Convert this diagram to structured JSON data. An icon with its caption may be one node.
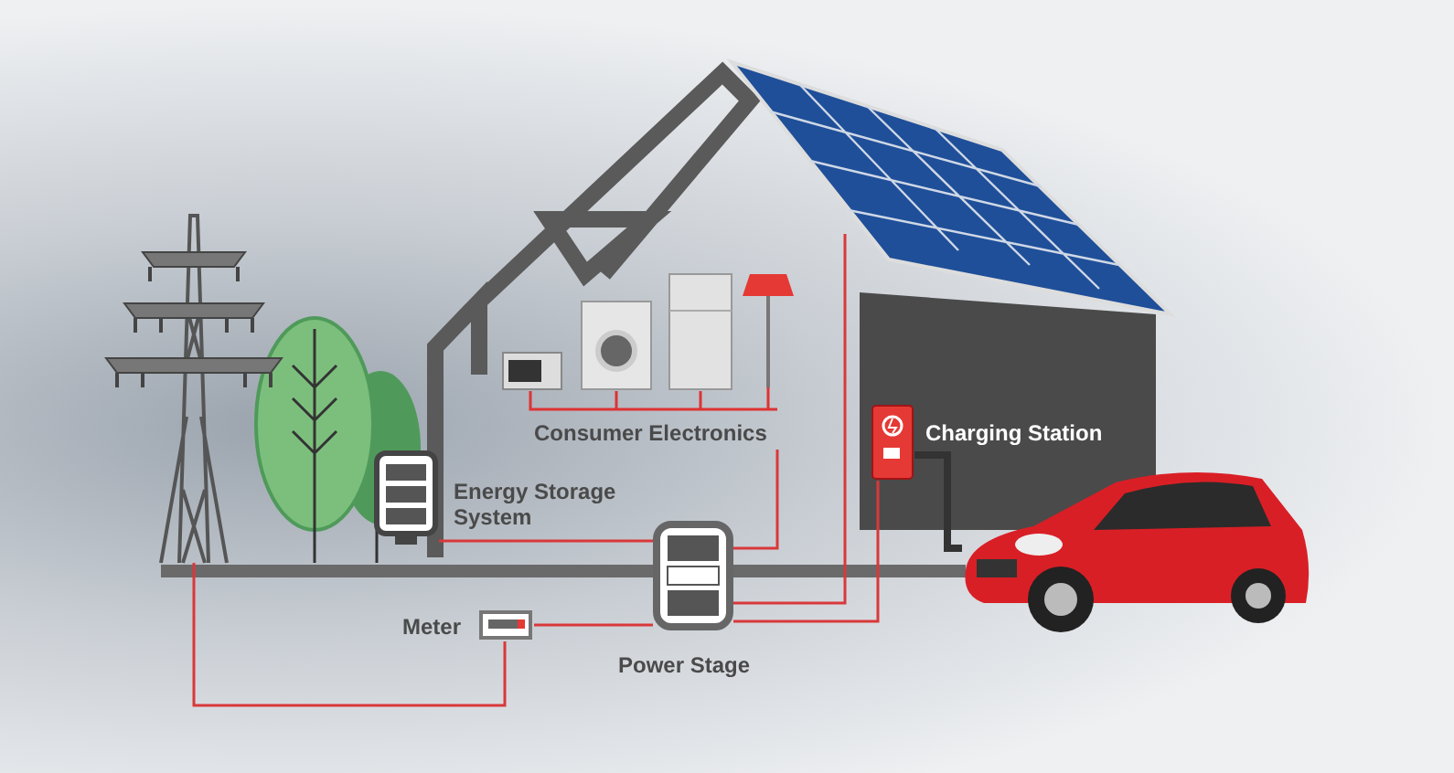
{
  "diagram": {
    "nodes": [
      {
        "text": [],
        "shape": "picture"
      },
      {
        "text": [
          "Energy Storage System"
        ]
      },
      {
        "text": [
          "Consumer Electronics"
        ]
      },
      {
        "text": [
          "Meter"
        ]
      },
      {
        "text": [
          "Power Stage"
        ]
      },
      {
        "text": [
          "Charging Station"
        ]
      },
      {
        "text": [],
        "shape": "picture"
      },
      {
        "text": [],
        "shape": "picture"
      }
    ],
    "edges": [
      {
        "from": 0,
        "to": 3,
        "arrow": "none"
      },
      {
        "from": 3,
        "to": 4,
        "arrow": "none"
      },
      {
        "from": 1,
        "to": 4,
        "arrow": "none"
      },
      {
        "from": 2,
        "to": 4,
        "arrow": "none"
      },
      {
        "from": 6,
        "to": 4,
        "arrow": "none"
      },
      {
        "from": 5,
        "to": 4,
        "arrow": "none"
      },
      {
        "from": 5,
        "to": 7,
        "arrow": "none",
        "color": "#333333",
        "style": "thick"
      }
    ]
  }
}
